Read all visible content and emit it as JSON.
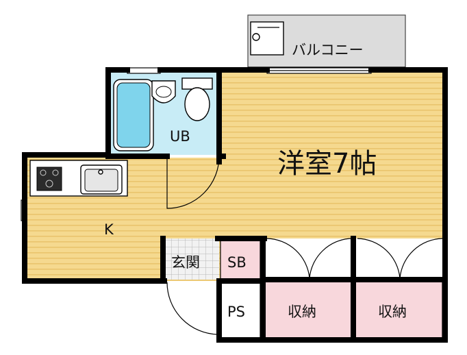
{
  "plan": {
    "rooms": {
      "balcony": "バルコニー",
      "western_room": "洋室7帖",
      "unit_bath": "UB",
      "kitchen": "K",
      "entrance": "玄関",
      "shoe_box": "SB",
      "pipe_space": "PS",
      "storage_left": "収納",
      "storage_right": "収納"
    },
    "colors": {
      "floor_wood": "#f5d98f",
      "floor_wood_stripe": "#e9c46d",
      "bath_area": "#c8ecf6",
      "bathtub": "#7fd4ec",
      "storage": "#f8d7dc",
      "balcony": "#dcdcdc",
      "entrance_tile": "#f2f2f2",
      "walls": "#000000"
    },
    "icons": [
      "bathtub-icon",
      "toilet-icon",
      "washbasin-icon",
      "stove-icon",
      "sink-icon",
      "ac-unit-icon"
    ]
  }
}
